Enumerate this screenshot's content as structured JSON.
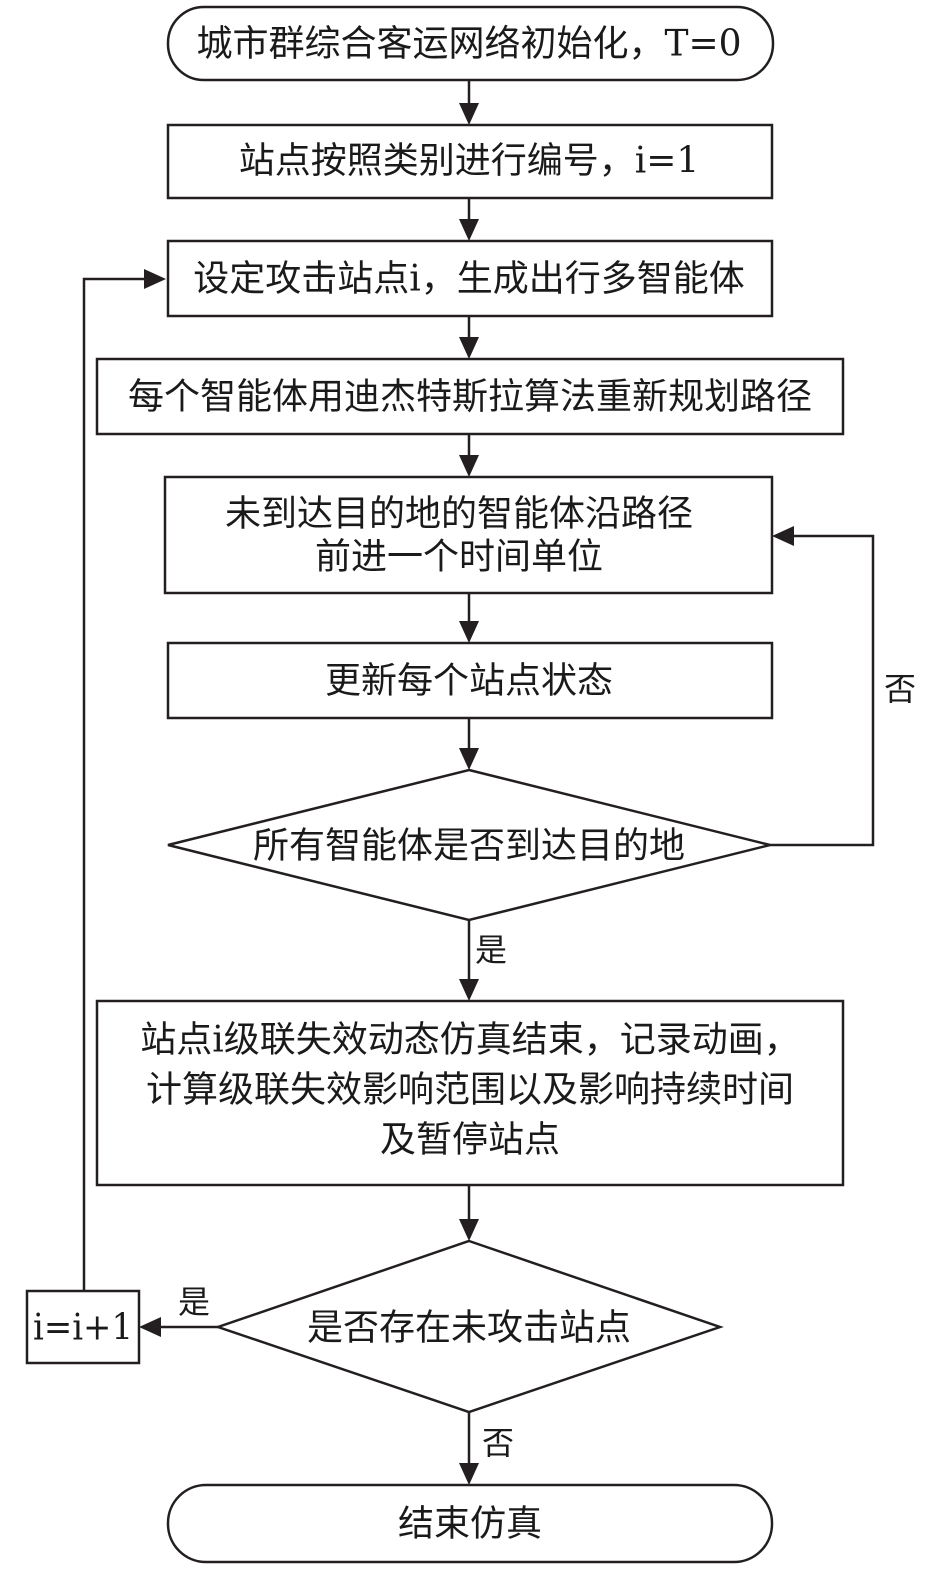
{
  "nodes": {
    "start": "城市群综合客运网络初始化，T=0",
    "numbering": "站点按照类别进行编号，i=1",
    "set_attack": "设定攻击站点i，生成出行多智能体",
    "replan": "每个智能体用迪杰特斯拉算法重新规划路径",
    "advance_line1": "未到达目的地的智能体沿路径",
    "advance_line2": "前进一个时间单位",
    "update": "更新每个站点状态",
    "decision_arrived": "所有智能体是否到达目的地",
    "finish_line1": "站点i级联失效动态仿真结束，记录动画，",
    "finish_line2": "计算级联失效影响范围以及影响持续时间",
    "finish_line3": "及暂停站点",
    "decision_remaining": "是否存在未攻击站点",
    "increment": "i=i+1",
    "end": "结束仿真"
  },
  "edge_labels": {
    "arrived_no": "否",
    "arrived_yes": "是",
    "remaining_yes": "是",
    "remaining_no": "否"
  }
}
